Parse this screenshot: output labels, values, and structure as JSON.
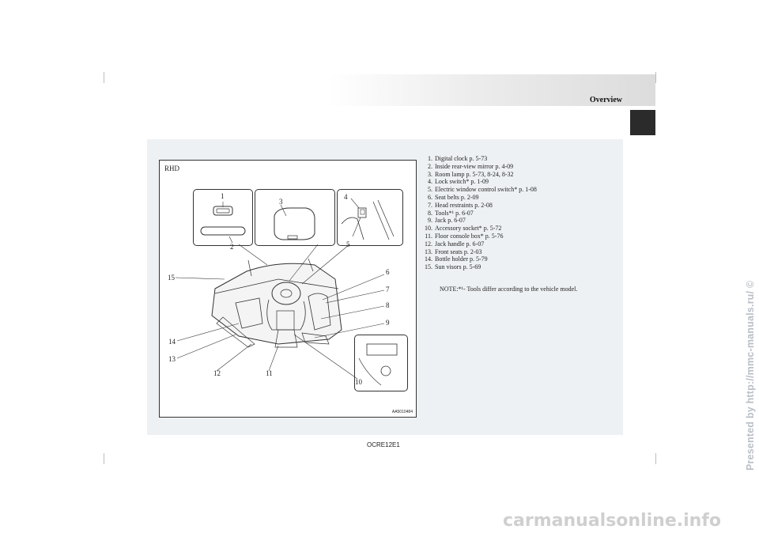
{
  "header": {
    "section_title": "Overview"
  },
  "figure": {
    "variant_label": "RHD",
    "figure_code": "AA5010484",
    "callouts": [
      "1",
      "2",
      "3",
      "4",
      "5",
      "6",
      "7",
      "8",
      "9",
      "10",
      "11",
      "12",
      "13",
      "14",
      "15"
    ]
  },
  "items": [
    {
      "num": "1.",
      "text": "Digital clock p. 5-73"
    },
    {
      "num": "2.",
      "text": "Inside rear-view mirror p. 4-09"
    },
    {
      "num": "3.",
      "text": "Room lamp p. 5-73, 8-24, 8-32"
    },
    {
      "num": "4.",
      "text": "Lock switch* p. 1-09"
    },
    {
      "num": "5.",
      "text": "Electric window control switch* p. 1-08"
    },
    {
      "num": "6.",
      "text": "Seat belts p. 2-09"
    },
    {
      "num": "7.",
      "text": "Head restraints p. 2-08"
    },
    {
      "num": "8.",
      "text": "Tools*¹ p. 6-07"
    },
    {
      "num": "9.",
      "text": "Jack p. 6-07"
    },
    {
      "num": "10.",
      "text": "Accessory socket* p. 5-72"
    },
    {
      "num": "11.",
      "text": "Floor console box* p. 5-76"
    },
    {
      "num": "12.",
      "text": "Jack handle p. 6-07"
    },
    {
      "num": "13.",
      "text": "Front seats p. 2-03"
    },
    {
      "num": "14.",
      "text": "Bottle holder p. 5-79"
    },
    {
      "num": "15.",
      "text": "Sun visors p. 5-69"
    }
  ],
  "note": "NOTE:*¹- Tools differ according to the vehicle model.",
  "footer": {
    "page_code": "OCRE12E1"
  },
  "watermark": "Presented by http://mmc-manuals.ru/ ©",
  "footer_logo": "carmanualsonline.info"
}
